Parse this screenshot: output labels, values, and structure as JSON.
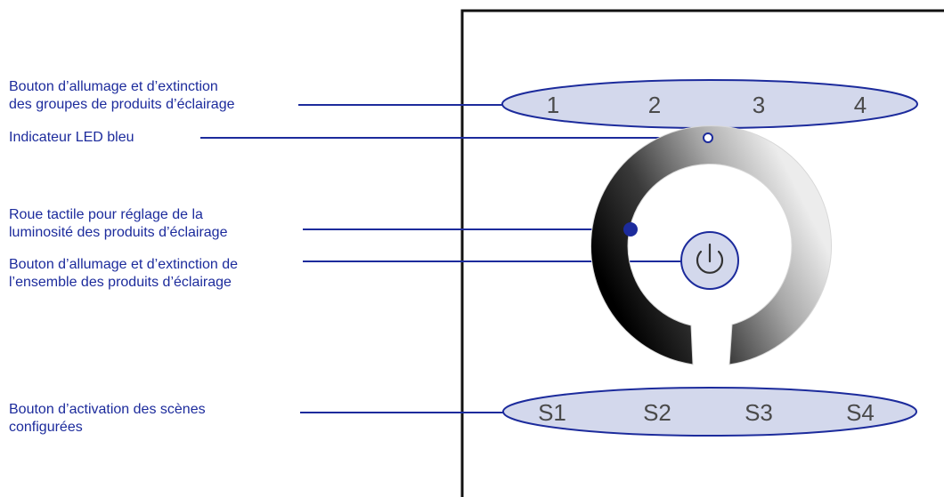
{
  "callouts": [
    {
      "lines": [
        "Bouton d’allumage et d’extinction",
        "des groupes de produits d’éclairage"
      ]
    },
    {
      "lines": [
        "Indicateur LED bleu"
      ]
    },
    {
      "lines": [
        "Roue tactile pour réglage de la",
        "luminosité des produits d’éclairage"
      ]
    },
    {
      "lines": [
        "Bouton d’allumage et d’extinction de",
        "l’ensemble des produits d’éclairage"
      ]
    },
    {
      "lines": [
        "Bouton d’activation des scènes",
        "configurées"
      ]
    }
  ],
  "group_buttons": [
    "1",
    "2",
    "3",
    "4"
  ],
  "scene_buttons": [
    "S1",
    "S2",
    "S3",
    "S4"
  ],
  "icons": {
    "power": "power-icon"
  },
  "colors": {
    "callout": "#1c2b9c",
    "button_fill": "#d3d8ec",
    "button_stroke": "#1c2b9c",
    "panel_border": "#111111"
  }
}
